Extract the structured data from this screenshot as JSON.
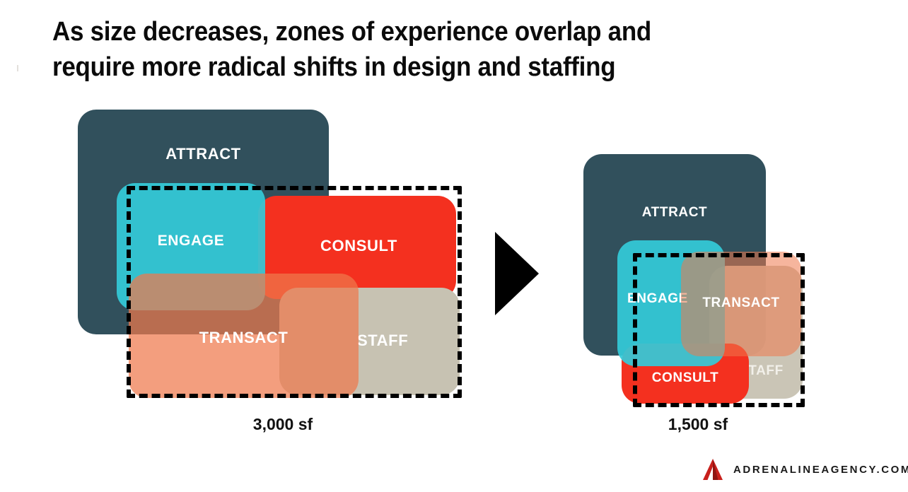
{
  "title": {
    "line1": "As size decreases, zones of experience overlap and",
    "line2": "require more radical shifts in design and staffing"
  },
  "palette": {
    "attract": "#31505c",
    "engage": "#45c8d6",
    "consult": "#f4301f",
    "transact": "#ef8f6d",
    "staff": "#c7c2b2",
    "dashed_outline": "#000000",
    "arrow": "#000000",
    "title_text": "#0b0b0b",
    "zone_label_text": "#ffffff",
    "logo_red": "#c8201c"
  },
  "diagrams": [
    {
      "id": "diagram-3000sf",
      "caption": "3,000 sf",
      "zones": [
        {
          "key": "attract",
          "label": "ATTRACT"
        },
        {
          "key": "engage",
          "label": "ENGAGE"
        },
        {
          "key": "consult",
          "label": "CONSULT"
        },
        {
          "key": "transact",
          "label": "TRANSACT"
        },
        {
          "key": "staff",
          "label": "STAFF"
        }
      ]
    },
    {
      "id": "diagram-1500sf",
      "caption": "1,500 sf",
      "zones": [
        {
          "key": "attract",
          "label": "ATTRACT"
        },
        {
          "key": "engage",
          "label": "ENGAGE"
        },
        {
          "key": "consult",
          "label": "CONSULT"
        },
        {
          "key": "transact",
          "label": "TRANSACT"
        },
        {
          "key": "staff",
          "label": "STAFF"
        }
      ]
    }
  ],
  "arrow": {
    "icon": "triangle-right-icon"
  },
  "footer": {
    "logo_icon": "adrenaline-a-logo-icon",
    "text": "ADRENALINEAGENCY.COM"
  }
}
